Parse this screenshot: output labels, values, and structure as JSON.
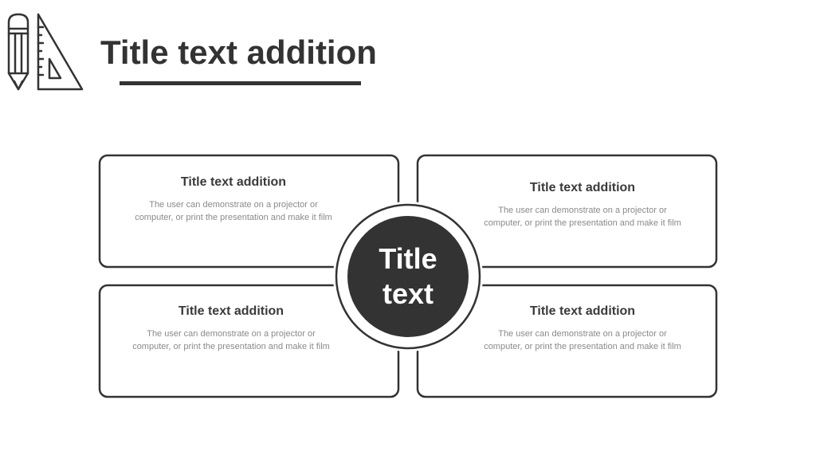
{
  "header": {
    "title": "Title text addition"
  },
  "center": {
    "label": "Title text"
  },
  "cards": [
    {
      "title": "Title text addition",
      "body": "The user can demonstrate on a projector or computer, or print the presentation and make it film"
    },
    {
      "title": "Title text addition",
      "body": "The user can demonstrate on a projector or computer, or print the presentation and make it film"
    },
    {
      "title": "Title text addition",
      "body": "The user can demonstrate on a projector or computer, or print the presentation and make it film"
    },
    {
      "title": "Title text addition",
      "body": "The user can demonstrate on a projector or computer, or print the presentation and make it film"
    }
  ],
  "colors": {
    "dark": "#333333",
    "body_text": "#8a8a8a",
    "background": "#ffffff"
  },
  "icons": {
    "logo": "pencil-and-set-square-icon"
  }
}
